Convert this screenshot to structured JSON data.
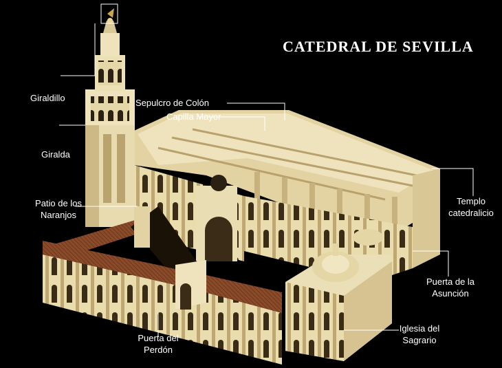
{
  "title": "CATEDRAL DE SEVILLA",
  "labels": {
    "giraldillo": "Giraldillo",
    "giralda": "Giralda",
    "patio": [
      "Patio de los",
      "Naranjos"
    ],
    "sepulcro": "Sepulcro de Colón",
    "capilla": "Capilla Mayor",
    "templo": [
      "Templo",
      "catedralicio"
    ],
    "asuncion": [
      "Puerta de la",
      "Asunción"
    ],
    "sagrario": [
      "Iglesia del",
      "Sagrario"
    ],
    "perdon": [
      "Puerta del",
      "Perdón"
    ]
  },
  "colors": {
    "background": "#000000",
    "stone": "#ecdfb5",
    "stone_shadow": "#bfa97a",
    "roof": "#8a4a2a",
    "leader_line": "#ffffff"
  }
}
